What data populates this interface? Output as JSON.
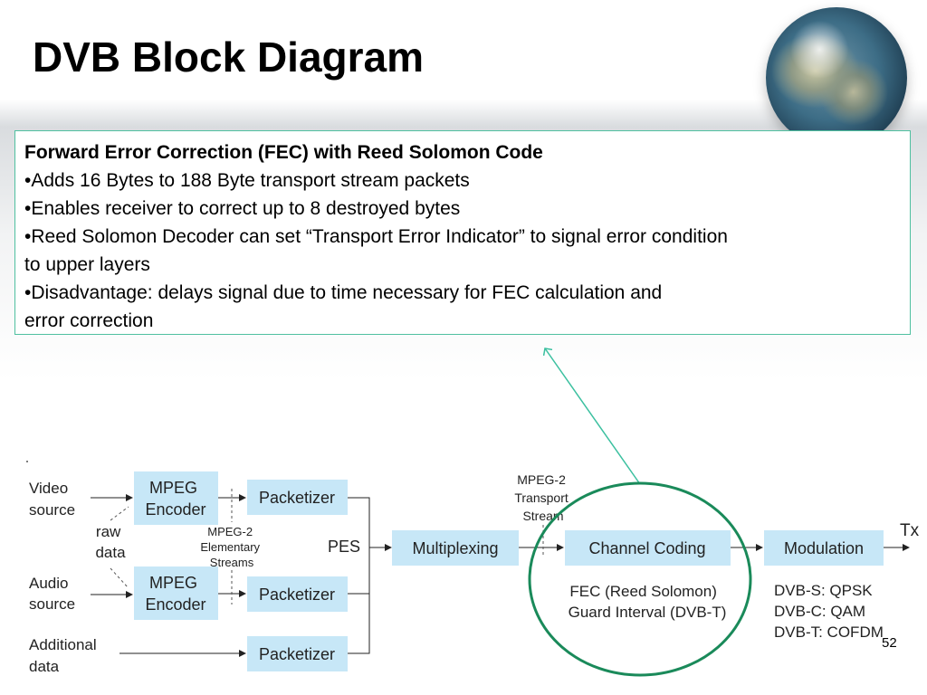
{
  "slide": {
    "title": "DVB Block Diagram",
    "page_number": "52"
  },
  "fec_box": {
    "heading": "Forward Error Correction (FEC) with Reed Solomon Code",
    "bullets": [
      "•Adds 16 Bytes to 188 Byte transport stream packets",
      "•Enables receiver to correct up to 8 destroyed bytes",
      "•Reed Solomon Decoder can set “Transport Error Indicator” to signal error condition",
      "to upper layers",
      "•Disadvantage: delays signal due to time necessary for FEC calculation and",
      "error correction"
    ]
  },
  "diagram": {
    "inputs": {
      "video": [
        "Video",
        "source"
      ],
      "raw_data": [
        "raw",
        "data"
      ],
      "audio": [
        "Audio",
        "source"
      ],
      "additional": [
        "Additional",
        "data"
      ]
    },
    "encoder_label": [
      "MPEG",
      "Encoder"
    ],
    "packetizer_label": "Packetizer",
    "elementary_streams": [
      "MPEG-2",
      "Elementary",
      "Streams"
    ],
    "pes_label": "PES",
    "multiplexing_label": "Multiplexing",
    "transport_stream": [
      "MPEG-2",
      "Transport",
      "Stream"
    ],
    "channel_coding_label": "Channel Coding",
    "channel_coding_notes": [
      "FEC (Reed Solomon)",
      "Guard Interval (DVB-T)"
    ],
    "modulation_label": "Modulation",
    "modulation_notes": [
      "DVB-S: QPSK",
      "DVB-C: QAM",
      "DVB-T: COFDM"
    ],
    "tx_label": "Tx"
  },
  "colors": {
    "block_fill": "#c7e7f7",
    "highlight_circle": "#1a8a5a",
    "callout_line": "#3cc0a0",
    "box_border": "#4fc0a0"
  }
}
